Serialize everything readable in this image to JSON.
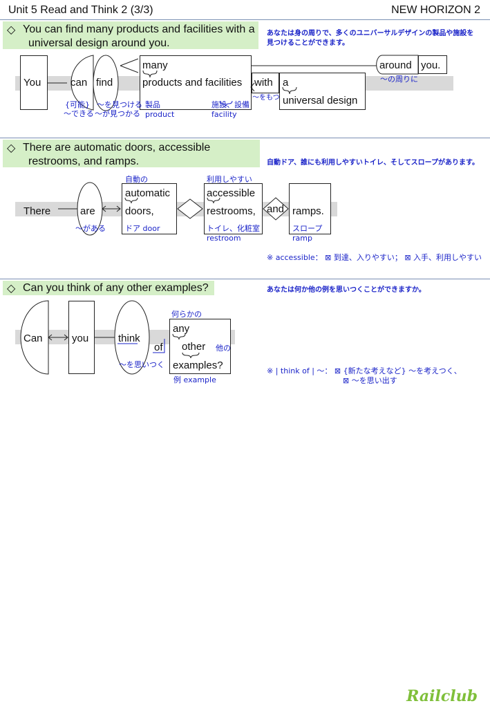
{
  "header": {
    "left": "Unit 5 Read and Think 2 (3/3)",
    "right": "NEW HORIZON 2"
  },
  "s1": {
    "sentence_l1": "You can find many products and facilities with a",
    "sentence_l2": "universal design around you.",
    "translation_l1": "あなたは身の周りで、多くのユニバーサルデザインの製品や施設を",
    "translation_l2": "見つけることができます。",
    "words": {
      "you": "You",
      "can": "can",
      "find": "find",
      "many": "many",
      "products": "products and facilities",
      "with": "with",
      "a": "a",
      "ud": "universal design",
      "around": "around",
      "you2": "you."
    },
    "glosses": {
      "can_1": "{可能}",
      "can_2": "〜できる",
      "find_1": "〜を見つける",
      "find_2": "〜が見つかる",
      "prod_jp": "製品",
      "prod_en": "product",
      "fac_jp": "施設、設備",
      "fac_en": "facility",
      "with": "〜をもつ",
      "around": "〜の周りに"
    }
  },
  "s2": {
    "sentence_l1": "There are automatic doors, accessible",
    "sentence_l2": "restrooms, and ramps.",
    "translation": "自動ドア、誰にも利用しやすいトイレ、そしてスロープがあります。",
    "words": {
      "there": "There",
      "are": "are",
      "automatic": "automatic",
      "doors": "doors,",
      "accessible": "accessible",
      "restrooms": "restrooms,",
      "and": "and",
      "ramps": "ramps."
    },
    "glosses": {
      "auto": "自動の",
      "acc": "利用しやすい",
      "are": "〜がある",
      "door": "ドア  door",
      "rest_jp": "トイレ、化粧室",
      "rest_en": "restroom",
      "ramp_jp": "スロープ",
      "ramp_en": "ramp"
    },
    "note": "※ accessible：  ⊠ 到達、入りやすい； ⊠ 入手、利用しやすい"
  },
  "s3": {
    "sentence": "Can you think of any other examples?",
    "translation": "あなたは何か他の例を思いつくことができますか。",
    "words": {
      "can": "Can",
      "you": "you",
      "think": "think",
      "of": "of",
      "any": "any",
      "other": "other",
      "examples": "examples?"
    },
    "glosses": {
      "any": "何らかの",
      "other": "他の",
      "think": "〜を思いつく",
      "ex": "例 example"
    },
    "note_l1": "※ | think of | 〜：  ⊠ {新たな考えなど} 〜を考えつく、",
    "note_l2": "⊠ 〜を思い出す"
  },
  "logo": "Railclub",
  "colors": {
    "accent": "#1a23c8",
    "highlight": "#d5efc7",
    "band": "#d9d9d9"
  }
}
